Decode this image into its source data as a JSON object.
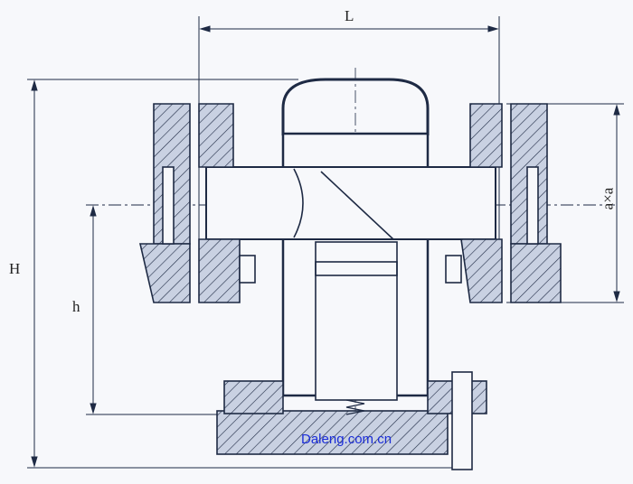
{
  "dimensions": {
    "L": "L",
    "H": "H",
    "h": "h",
    "a": "a×a"
  },
  "watermark": "Daleng.com.cn",
  "colors": {
    "line": "#1e2a44",
    "hatch_fill": "#c9d1e2",
    "watermark": "#1a2cd8",
    "dim_line": "#3a4a2a"
  }
}
